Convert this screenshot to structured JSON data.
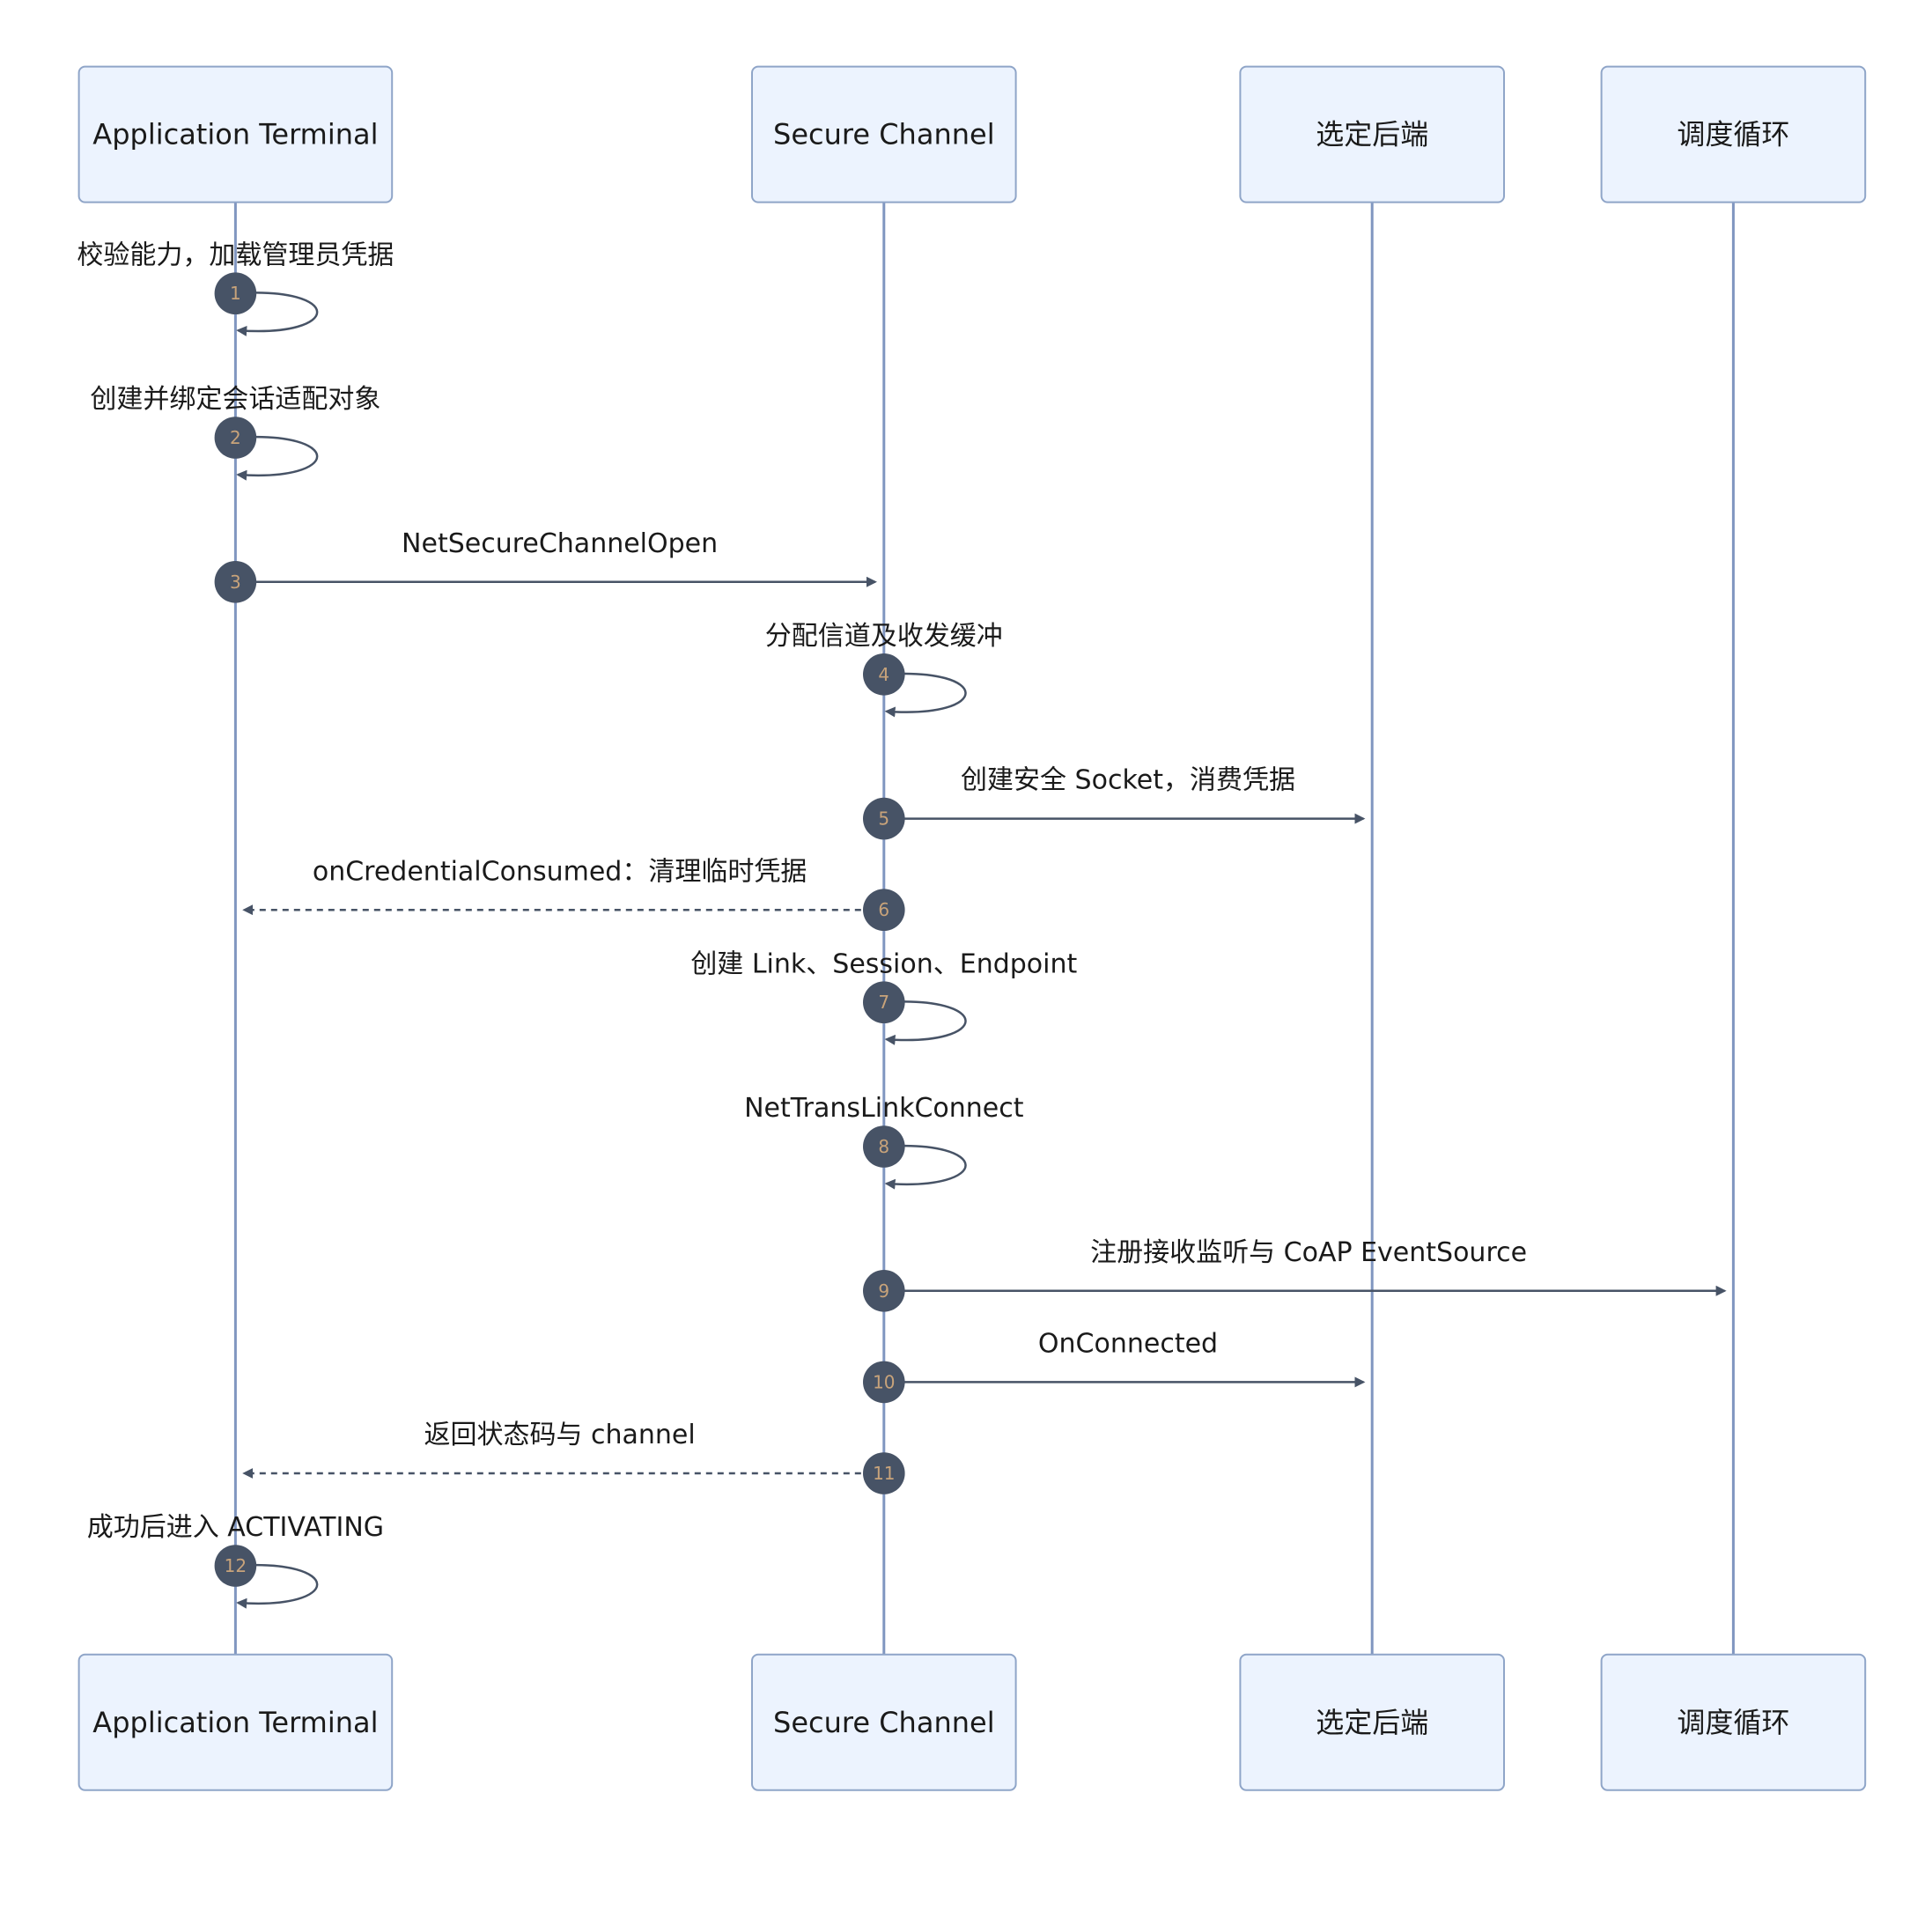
{
  "diagram": {
    "type": "sequence",
    "actors": [
      {
        "id": "app",
        "label": "Application Terminal"
      },
      {
        "id": "chan",
        "label": "Secure Channel"
      },
      {
        "id": "backend",
        "label": "选定后端"
      },
      {
        "id": "loop",
        "label": "调度循环"
      }
    ],
    "messages": [
      {
        "num": "1",
        "from": "app",
        "to": "app",
        "label": "校验能力，加载管理员凭据",
        "style": "solid"
      },
      {
        "num": "2",
        "from": "app",
        "to": "app",
        "label": "创建并绑定会话适配对象",
        "style": "solid"
      },
      {
        "num": "3",
        "from": "app",
        "to": "chan",
        "label": "NetSecureChannelOpen",
        "style": "solid"
      },
      {
        "num": "4",
        "from": "chan",
        "to": "chan",
        "label": "分配信道及收发缓冲",
        "style": "solid"
      },
      {
        "num": "5",
        "from": "chan",
        "to": "backend",
        "label": "创建安全 Socket，消费凭据",
        "style": "solid"
      },
      {
        "num": "6",
        "from": "chan",
        "to": "app",
        "label": "onCredentialConsumed：清理临时凭据",
        "style": "dashed"
      },
      {
        "num": "7",
        "from": "chan",
        "to": "chan",
        "label": "创建 Link、Session、Endpoint",
        "style": "solid"
      },
      {
        "num": "8",
        "from": "chan",
        "to": "chan",
        "label": "NetTransLinkConnect",
        "style": "solid"
      },
      {
        "num": "9",
        "from": "chan",
        "to": "loop",
        "label": "注册接收监听与 CoAP EventSource",
        "style": "solid"
      },
      {
        "num": "10",
        "from": "chan",
        "to": "backend",
        "label": "OnConnected",
        "style": "solid"
      },
      {
        "num": "11",
        "from": "chan",
        "to": "app",
        "label": "返回状态码与 channel",
        "style": "dashed"
      },
      {
        "num": "12",
        "from": "app",
        "to": "app",
        "label": "成功后进入 ACTIVATING",
        "style": "solid"
      }
    ]
  }
}
